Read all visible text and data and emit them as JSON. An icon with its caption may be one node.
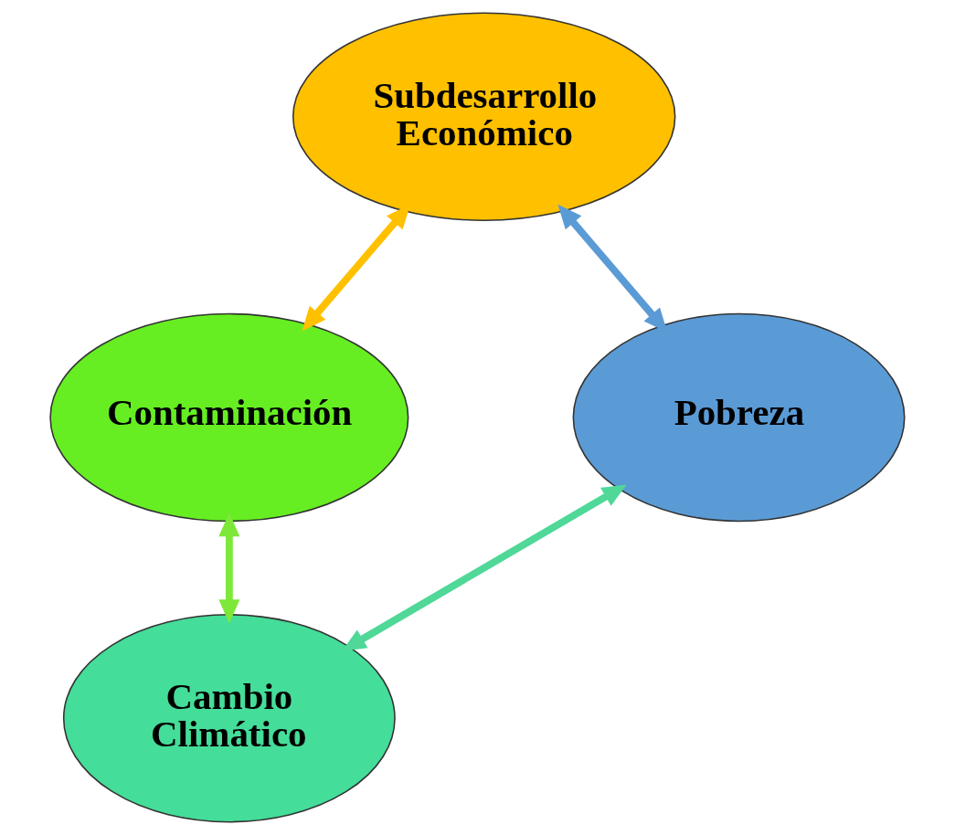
{
  "diagram": {
    "nodes": [
      {
        "text": [
          "Subdesarrollo Económico"
        ]
      },
      {
        "text": [
          "Contaminación"
        ]
      },
      {
        "text": [
          "Cambio Climático"
        ]
      },
      {
        "text": [
          "Pobreza"
        ]
      }
    ],
    "edges": [
      {
        "from": 0,
        "to": 1,
        "arrow": "both",
        "color": "#ffc000"
      },
      {
        "from": 1,
        "to": 2,
        "arrow": "both",
        "color": "#7ee83a"
      },
      {
        "from": 2,
        "to": 3,
        "arrow": "both",
        "color": "#4fd898"
      },
      {
        "from": 3,
        "to": 0,
        "arrow": "both",
        "color": "#5b9bd5"
      }
    ]
  }
}
